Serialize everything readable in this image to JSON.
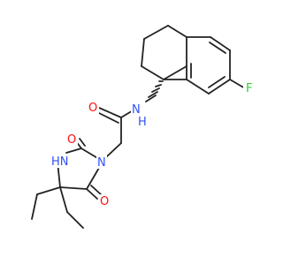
{
  "molecule": {
    "atoms": {
      "F": {
        "text": "F",
        "color": "#33cc33"
      },
      "NH_amide": {
        "text": "N",
        "color": "#3050F8"
      },
      "H_amide": {
        "text": "H",
        "color": "#3050F8"
      },
      "O_amide": {
        "text": "O",
        "color": "#FF0D0D"
      },
      "N_ring": {
        "text": "N",
        "color": "#3050F8"
      },
      "O_ring_top": {
        "text": "O",
        "color": "#FF0D0D"
      },
      "O_ring_bottom": {
        "text": "O",
        "color": "#FF0D0D"
      },
      "HN_ring": {
        "text": "HN",
        "color": "#3050F8"
      }
    },
    "bond_color": "#222222"
  }
}
